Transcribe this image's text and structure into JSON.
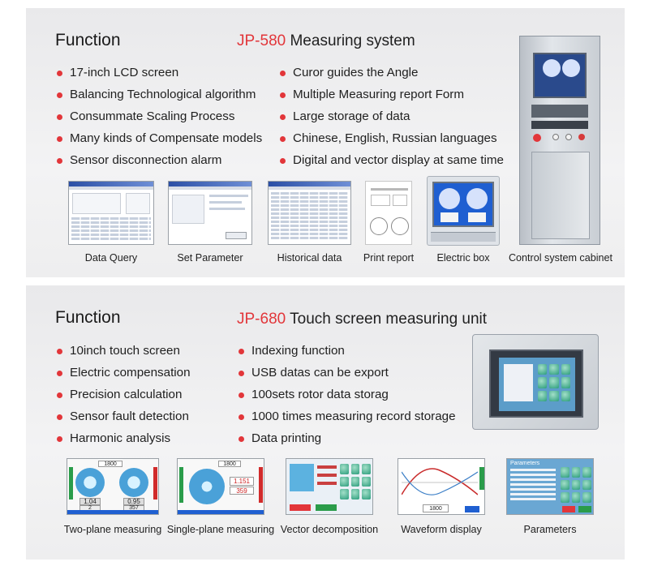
{
  "section1": {
    "title": "Function",
    "model": "JP-580",
    "subtitle": "Measuring system",
    "features_left": [
      "17-inch LCD screen",
      "Balancing Technological algorithm",
      "Consummate Scaling Process",
      "Many kinds of Compensate models",
      "Sensor disconnection alarm"
    ],
    "features_right": [
      "Curor guides the Angle",
      "Multiple Measuring report Form",
      "Large storage of data",
      "Chinese, English, Russian languages",
      "Digital and vector display at same time"
    ],
    "captions": [
      "Data Query",
      "Set Parameter",
      "Historical data",
      "Print report",
      "Electric box",
      "Control system cabinet"
    ]
  },
  "section2": {
    "title": "Function",
    "model": "JP-680",
    "subtitle": "Touch screen measuring unit",
    "features_left": [
      "10inch touch screen",
      "Electric compensation",
      "Precision calculation",
      "Sensor fault detection",
      "Harmonic analysis"
    ],
    "features_right": [
      "Indexing function",
      "USB datas can be export",
      "100sets rotor data storag",
      "1000 times measuring record storage",
      "Data printing"
    ],
    "captions": [
      "Two-plane measuring",
      "Single-plane measuring",
      "Vector decomposition",
      "Waveform display",
      "Parameters"
    ]
  },
  "screens": {
    "two_plane": {
      "speed": "1800",
      "v1": "1.04",
      "v2": "0.95",
      "a1": "2",
      "a2": "357"
    },
    "single_plane": {
      "speed": "1800",
      "v1": "1.151",
      "a1": "359"
    },
    "waveform": {
      "speed": "1800"
    },
    "parameters": {
      "title": "Parameters"
    }
  },
  "colors": {
    "accent": "#e2363a",
    "screen_blue": "#1f5fd1",
    "screen_green": "#2a9c7b"
  }
}
